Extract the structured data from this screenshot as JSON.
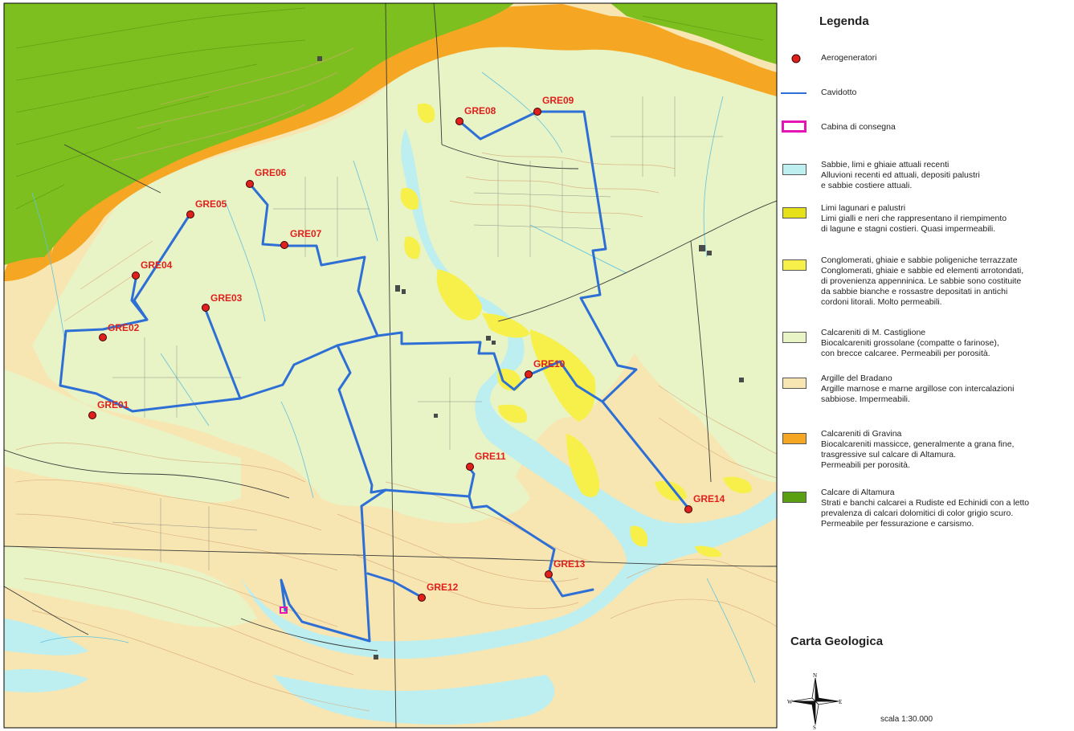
{
  "map": {
    "turbines": [
      {
        "id": "GRE01",
        "label": "GRE01"
      },
      {
        "id": "GRE02",
        "label": "GRE02"
      },
      {
        "id": "GRE03",
        "label": "GRE03"
      },
      {
        "id": "GRE04",
        "label": "GRE04"
      },
      {
        "id": "GRE05",
        "label": "GRE05"
      },
      {
        "id": "GRE06",
        "label": "GRE06"
      },
      {
        "id": "GRE07",
        "label": "GRE07"
      },
      {
        "id": "GRE08",
        "label": "GRE08"
      },
      {
        "id": "GRE09",
        "label": "GRE09"
      },
      {
        "id": "GRE10",
        "label": "GRE10"
      },
      {
        "id": "GRE11",
        "label": "GRE11"
      },
      {
        "id": "GRE12",
        "label": "GRE12"
      },
      {
        "id": "GRE13",
        "label": "GRE13"
      },
      {
        "id": "GRE14",
        "label": "GRE14"
      }
    ],
    "colors": {
      "calcare_altamura": "#7cbf1e",
      "calcareniti_gravina": "#f5a623",
      "argille_bradano": "#f7e6b2",
      "calcareniti_castiglione": "#e8f3c6",
      "conglomerati": "#f7f04a",
      "sabbie": "#bdeef0",
      "cavidotto": "#2e6fd6",
      "aerogeneratori": "#e0201c",
      "cabina": "#e316b4"
    }
  },
  "legend": {
    "title": "Legenda",
    "items": [
      {
        "name": "aerogeneratori",
        "lines": [
          "Aerogeneratori"
        ]
      },
      {
        "name": "cavidotto",
        "lines": [
          "Cavidotto"
        ]
      },
      {
        "name": "cabina",
        "lines": [
          "Cabina di consegna"
        ]
      },
      {
        "name": "sabbie",
        "lines": [
          "Sabbie, limi e ghiaie attuali recenti",
          "Alluvioni recenti ed attuali, depositi palustri",
          "e sabbie costiere attuali."
        ]
      },
      {
        "name": "limi",
        "lines": [
          "Limi lagunari e palustri",
          "Limi gialli e neri che rappresentano il riempimento",
          "di lagune e stagni costieri. Quasi impermeabili."
        ]
      },
      {
        "name": "conglomerati",
        "lines": [
          "Conglomerati, ghiaie e sabbie poligeniche terrazzate",
          "Conglomerati, ghiaie e sabbie ed elementi arrotondati,",
          "di provenienza appenninica. Le sabbie sono costituite",
          "da sabbie bianche e rossastre depositati in antichi",
          "cordoni litorali. Molto permeabili."
        ]
      },
      {
        "name": "castiglione",
        "lines": [
          "Calcareniti di M. Castiglione",
          "Biocalcareniti grossolane (compatte o farinose),",
          "con brecce calcaree. Permeabili per porosità."
        ]
      },
      {
        "name": "bradano",
        "lines": [
          "Argille del Bradano",
          "Argille marnose e marne argillose con intercalazioni",
          "sabbiose. Impermeabili."
        ]
      },
      {
        "name": "gravina",
        "lines": [
          "Calcareniti di Gravina",
          "Biocalcareniti massicce, generalmente a grana fine,",
          "trasgressive sul calcare di Altamura.",
          "Permeabili per porosità."
        ]
      },
      {
        "name": "altamura",
        "lines": [
          "Calcare di Altamura",
          "Strati e banchi calcarei a Rudiste ed Echinidi con a letto",
          "prevalenza di calcari dolomitici di color grigio scuro.",
          "Permeabile per fessurazione e carsismo."
        ]
      }
    ],
    "map_title": "Carta Geologica",
    "scale": "scala 1:30.000",
    "compass": {
      "n": "N",
      "s": "S",
      "e": "E",
      "w": "W"
    }
  }
}
